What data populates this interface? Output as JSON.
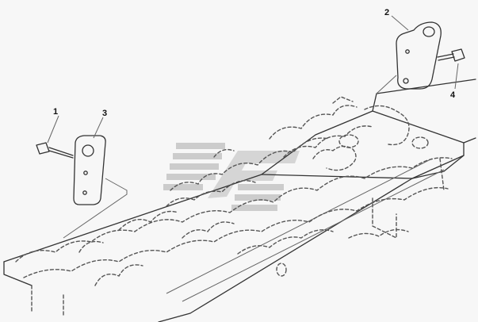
{
  "callouts": [
    {
      "id": "1",
      "label": "1"
    },
    {
      "id": "2",
      "label": "2"
    },
    {
      "id": "3",
      "label": "3"
    },
    {
      "id": "4",
      "label": "4"
    }
  ],
  "colors": {
    "ink": "#333333",
    "watermark": "#c8c8c8",
    "background": "#f7f7f7"
  },
  "icons": {
    "watermark": "brand-logo-watermark"
  }
}
